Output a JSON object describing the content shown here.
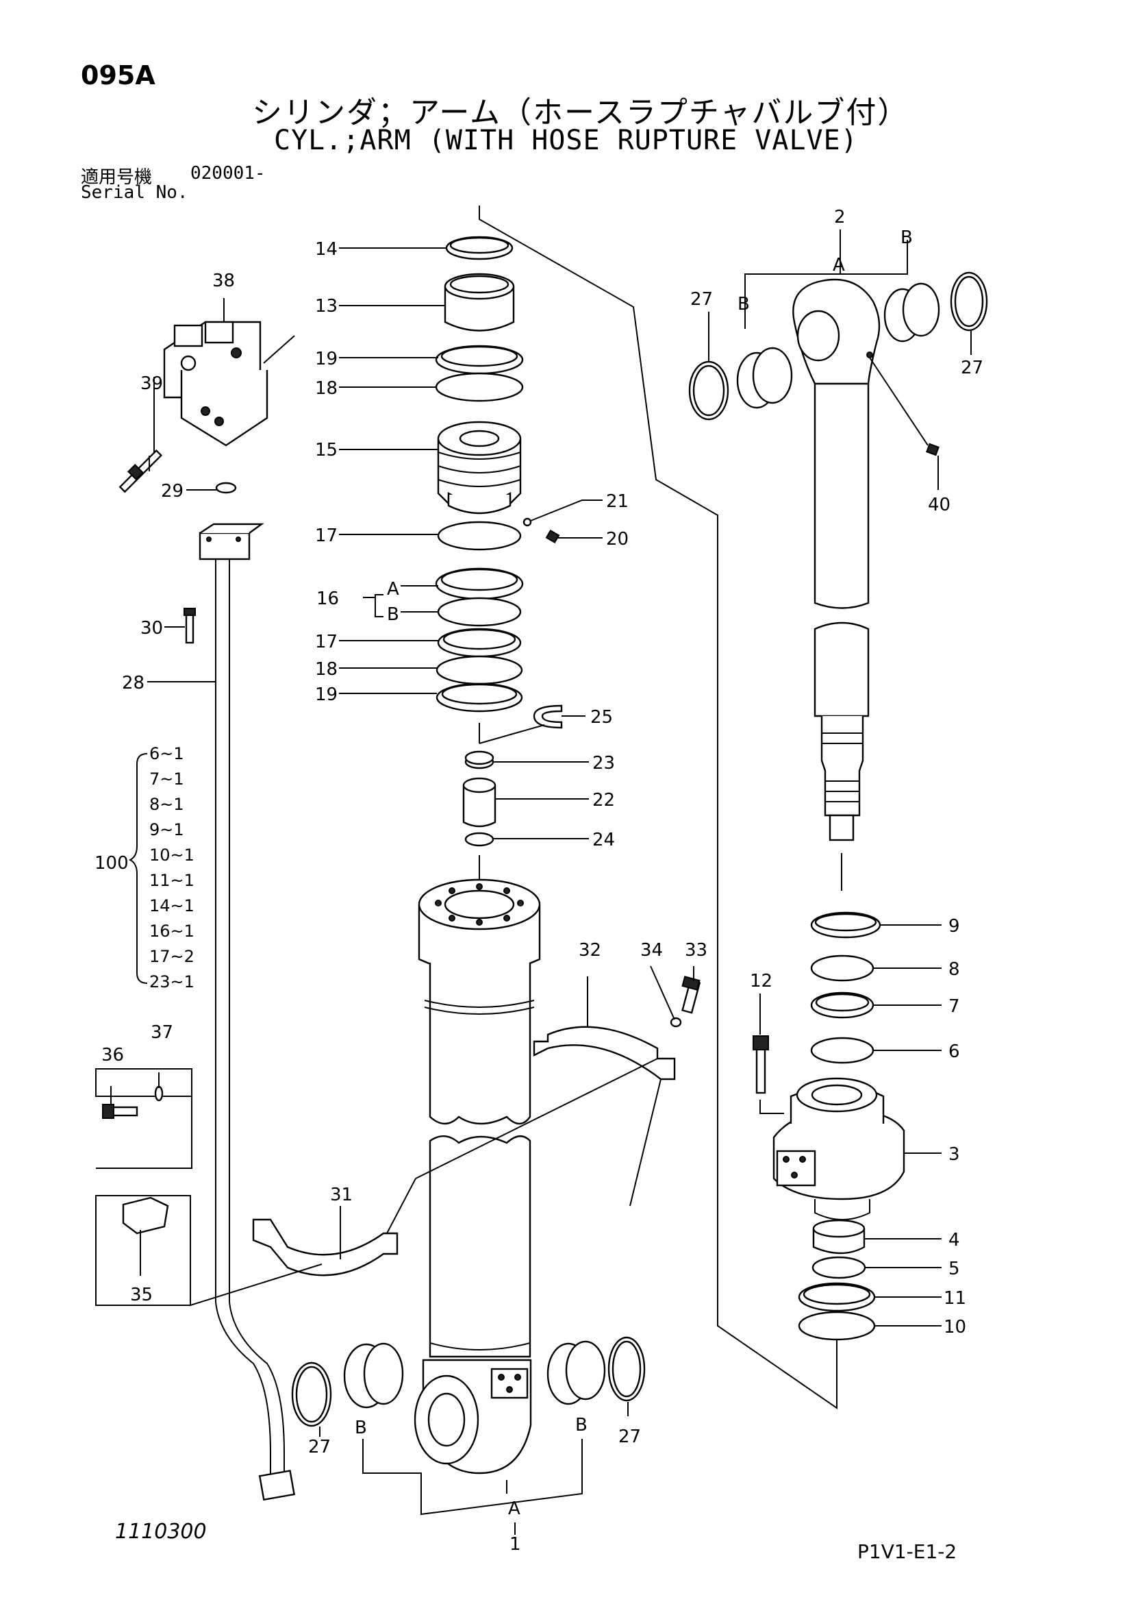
{
  "header": {
    "page_code": "095A",
    "title_jp": "シリンダ；アーム（ホースラプチャバルブ付）",
    "title_en": "CYL.;ARM (WITH HOSE RUPTURE VALVE)",
    "serial_label_jp": "適用号機",
    "serial_value": "020001-",
    "serial_label_en": "Serial No."
  },
  "footer": {
    "drawing_number": "1110300",
    "sheet_id": "P1V1-E1-2"
  },
  "callouts": {
    "c1": "1",
    "c2": "2",
    "c3": "3",
    "c4": "4",
    "c5": "5",
    "c6": "6",
    "c7": "7",
    "c8": "8",
    "c9": "9",
    "c10": "10",
    "c11": "11",
    "c12": "12",
    "c13": "13",
    "c14": "14",
    "c15": "15",
    "c16": "16",
    "c17a": "17",
    "c17b": "17",
    "c18a": "18",
    "c18b": "18",
    "c19a": "19",
    "c19b": "19",
    "c20": "20",
    "c21": "21",
    "c22": "22",
    "c23": "23",
    "c24": "24",
    "c25": "25",
    "c27a": "27",
    "c27b": "27",
    "c27c": "27",
    "c27d": "27",
    "c28": "28",
    "c29": "29",
    "c30": "30",
    "c31": "31",
    "c32": "32",
    "c33": "33",
    "c34": "34",
    "c35": "35",
    "c36": "36",
    "c37": "37",
    "c38": "38",
    "c39": "39",
    "c40": "40",
    "c100": "100",
    "letterA1": "A",
    "letterA2": "A",
    "letterB1": "B",
    "letterB2": "B",
    "letterB3": "B",
    "letterB4": "B",
    "sub16a": "A",
    "sub16b": "B"
  },
  "kit_list": [
    "6~1",
    "7~1",
    "8~1",
    "9~1",
    "10~1",
    "11~1",
    "14~1",
    "16~1",
    "17~2",
    "23~1"
  ]
}
